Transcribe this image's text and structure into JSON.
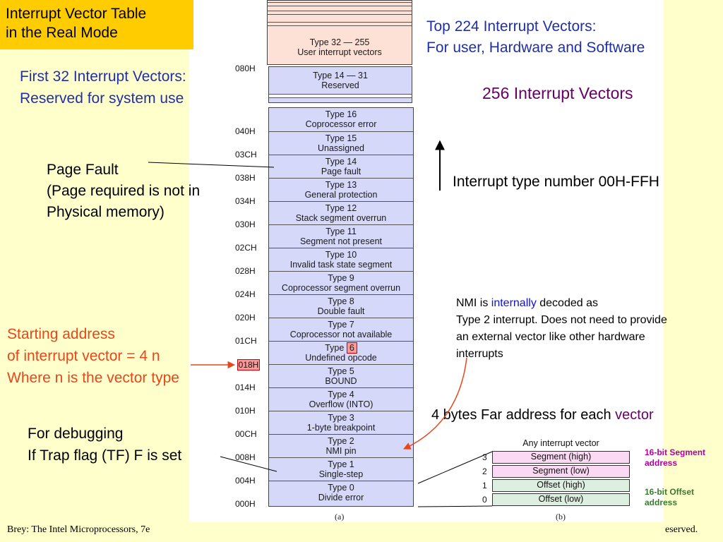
{
  "title": {
    "line1": "Interrupt Vector Table",
    "line2": "in the Real Mode"
  },
  "notes": {
    "top224_line1": "Top 224 Interrupt Vectors:",
    "top224_line2": "For user, Hardware and Software",
    "first32_line1": "First 32 Interrupt Vectors:",
    "first32_line2": "Reserved for system use",
    "total": "256 Interrupt Vectors",
    "type_number": "Interrupt type number 00H-FFH",
    "page_fault_1": "Page Fault",
    "page_fault_2": "(Page required is not in",
    "page_fault_3": "Physical memory)",
    "start_addr_1": "Starting address",
    "start_addr_2": "of interrupt vector = 4 n",
    "start_addr_3": "Where n is the vector type",
    "nmi_1a": "NMI is ",
    "nmi_1b": "internally",
    "nmi_1c": " decoded as",
    "nmi_2": "Type 2 interrupt. Does not need to provide",
    "nmi_3": "an external vector like other hardware",
    "nmi_4": "interrupts",
    "debug_1": "For debugging",
    "debug_2": "If Trap flag (TF) F is set",
    "far_addr_a": "4 bytes Far address for each ",
    "far_addr_b": "vector"
  },
  "table": {
    "top_block": {
      "line1": "Type 32 — 255",
      "line2": "User interrupt vectors"
    },
    "reserved_block": {
      "line1": "Type 14 — 31",
      "line2": "Reserved"
    },
    "rows": [
      {
        "type": "Type 16",
        "desc": "Coprocessor error"
      },
      {
        "type": "Type 15",
        "desc": "Unassigned"
      },
      {
        "type": "Type 14",
        "desc": "Page fault"
      },
      {
        "type": "Type 13",
        "desc": "General protection"
      },
      {
        "type": "Type 12",
        "desc": "Stack segment overrun"
      },
      {
        "type": "Type 11",
        "desc": "Segment not present"
      },
      {
        "type": "Type 10",
        "desc": "Invalid task state segment"
      },
      {
        "type": "Type 9",
        "desc": "Coprocessor segment overrun"
      },
      {
        "type": "Type 8",
        "desc": "Double fault"
      },
      {
        "type": "Type 7",
        "desc": "Coprocessor not available"
      },
      {
        "type_prefix": "Type ",
        "type_hl": "6",
        "desc": "Undefined opcode"
      },
      {
        "type": "Type 5",
        "desc": "BOUND"
      },
      {
        "type": "Type 4",
        "desc": "Overflow (INTO)"
      },
      {
        "type": "Type 3",
        "desc": "1-byte breakpoint"
      },
      {
        "type": "Type 2",
        "desc": "NMI pin"
      },
      {
        "type": "Type 1",
        "desc": "Single-step"
      },
      {
        "type": "Type 0",
        "desc": "Divide error"
      }
    ],
    "addresses": [
      "080H",
      "040H",
      "03CH",
      "038H",
      "034H",
      "030H",
      "02CH",
      "028H",
      "024H",
      "020H",
      "01CH",
      "018H",
      "014H",
      "010H",
      "00CH",
      "008H",
      "004H",
      "000H"
    ],
    "highlight_address": "018H",
    "label_a": "(a)"
  },
  "far_pointer": {
    "title": "Any interrupt vector",
    "rows": [
      {
        "num": "3",
        "label": "Segment (high)",
        "kind": "seg"
      },
      {
        "num": "2",
        "label": "Segment (low)",
        "kind": "seg"
      },
      {
        "num": "1",
        "label": "Offset (high)",
        "kind": "off"
      },
      {
        "num": "0",
        "label": "Offset (low)",
        "kind": "off"
      }
    ],
    "seg_label_1": "16-bit Segment",
    "seg_label_2": "address",
    "off_label_1": "16-bit Offset",
    "off_label_2": "address",
    "label_b": "(b)"
  },
  "footer": {
    "left": "Brey: The Intel Microprocessors, 7e",
    "right": "eserved."
  },
  "colors": {
    "title_bg": "#ffcc00",
    "slide_bg": "#ffffcc",
    "note_blue": "#1f2fa6",
    "note_red": "#e8461c",
    "note_purple": "#660066"
  }
}
